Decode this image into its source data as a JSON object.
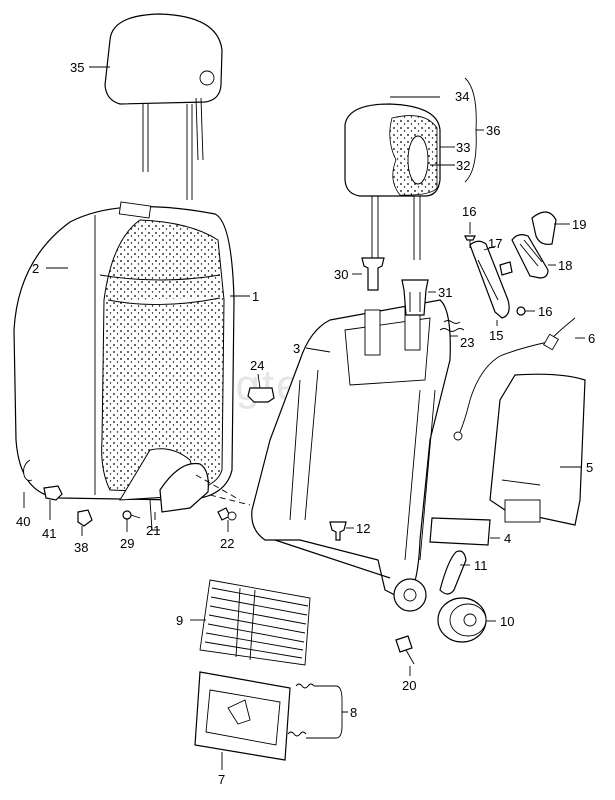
{
  "watermark": "vagtec.ru",
  "callouts": {
    "c35": "35",
    "c34": "34",
    "c33": "33",
    "c32": "32",
    "c36": "36",
    "c2": "2",
    "c1": "1",
    "c16a": "16",
    "c16b": "16",
    "c17": "17",
    "c19": "19",
    "c18": "18",
    "c30": "30",
    "c31": "31",
    "c15": "15",
    "c6": "6",
    "c3": "3",
    "c23": "23",
    "c24": "24",
    "c5": "5",
    "c40": "40",
    "c41": "41",
    "c38": "38",
    "c29": "29",
    "c21": "21",
    "c22": "22",
    "c12": "12",
    "c4": "4",
    "c11": "11",
    "c10": "10",
    "c9": "9",
    "c20": "20",
    "c8": "8",
    "c7": "7"
  }
}
